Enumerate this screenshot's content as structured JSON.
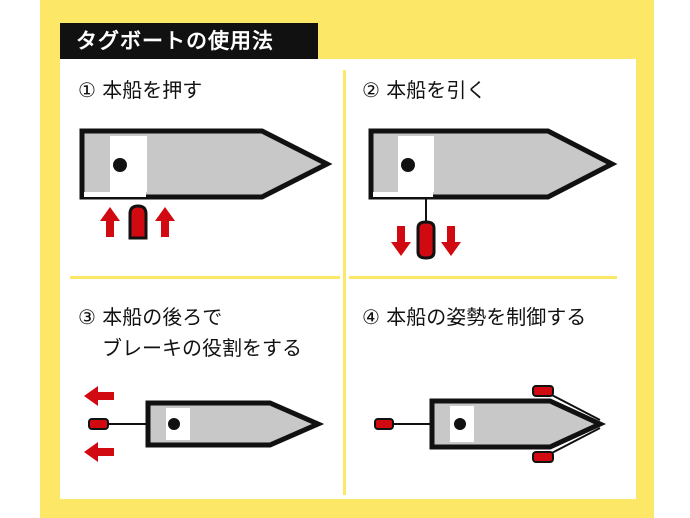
{
  "title": "タグボートの使用法",
  "sections": [
    {
      "number": "①",
      "text": "本船を押す"
    },
    {
      "number": "②",
      "text": "本船を引く"
    },
    {
      "number": "③",
      "text": "本船の後ろで",
      "text2": "ブレーキの役割をする"
    },
    {
      "number": "④",
      "text": "本船の姿勢を制御する"
    }
  ],
  "colors": {
    "frame": "#fde767",
    "ship_fill": "#c8c8c8",
    "outline": "#111111",
    "tug_arrow": "#d10a11"
  },
  "icons": {
    "ship": "ship-hull-icon",
    "tug": "tugboat-icon",
    "arrow": "arrow-icon"
  }
}
